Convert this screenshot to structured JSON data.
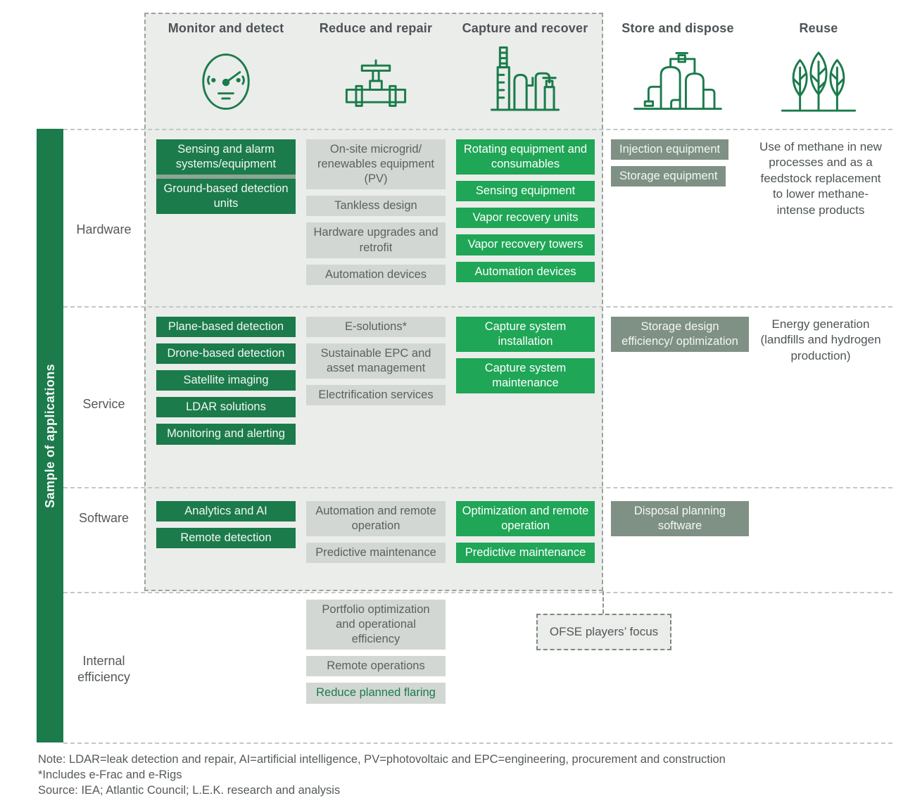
{
  "header": {
    "columns": [
      {
        "label": "Monitor and detect",
        "icon": "gauge-icon"
      },
      {
        "label": "Reduce and repair",
        "icon": "valve-icon"
      },
      {
        "label": "Capture and recover",
        "icon": "refinery-icon"
      },
      {
        "label": "Store and dispose",
        "icon": "storage-tanks-icon"
      },
      {
        "label": "Reuse",
        "icon": "leaves-icon"
      }
    ]
  },
  "sidebar": {
    "label": "Sample of applications"
  },
  "row_labels": {
    "hardware": "Hardware",
    "service": "Service",
    "software": "Software",
    "internal": "Internal efficiency"
  },
  "cells": {
    "hardware": {
      "monitor": [
        "Sensing and alarm systems/equipment",
        "Ground-based detection units"
      ],
      "reduce": [
        "On-site microgrid/ renewables equipment (PV)",
        "Tankless design",
        "Hardware upgrades and retrofit",
        "Automation devices"
      ],
      "capture": [
        "Rotating equipment and consumables",
        "Sensing equipment",
        "Vapor recovery units",
        "Vapor recovery towers",
        "Automation devices"
      ],
      "store": [
        "Injection equipment",
        "Storage equipment"
      ],
      "reuse_text": "Use of methane in new processes and as a feedstock replacement to lower methane-intense products"
    },
    "service": {
      "monitor": [
        "Plane-based detection",
        "Drone-based detection",
        "Satellite imaging",
        "LDAR solutions",
        "Monitoring and alerting"
      ],
      "reduce": [
        "E-solutions*",
        "Sustainable EPC and asset management",
        "Electrification services"
      ],
      "capture": [
        "Capture system installation",
        "Capture system maintenance"
      ],
      "store": [
        "Storage design efficiency/ optimization"
      ],
      "reuse_text": "Energy generation (landfills and hydrogen production)"
    },
    "software": {
      "monitor": [
        "Analytics and AI",
        "Remote detection"
      ],
      "reduce": [
        "Automation and remote operation",
        "Predictive maintenance"
      ],
      "capture": [
        "Optimization and remote operation",
        "Predictive maintenance"
      ],
      "store": [
        "Disposal planning software"
      ]
    },
    "internal": {
      "reduce": [
        "Portfolio optimization and operational efficiency",
        "Remote operations",
        "Reduce planned flaring"
      ]
    }
  },
  "ofse_label": "OFSE players’ focus",
  "notes": {
    "note": "Note: LDAR=leak detection and repair, AI=artificial intelligence, PV=photovoltaic and EPC=engineering, procurement and construction",
    "footnote": "*Includes e-Frac and e-Rigs",
    "source": "Source: IEA; Atlantic Council; L.E.K. research and analysis"
  },
  "colors": {
    "dark_green": "#1B7B4B",
    "bright_green": "#1FA656",
    "sage_green": "#7E9184",
    "light_gray_box": "#D2D7D3",
    "panel_bg": "#EAEDEA"
  }
}
